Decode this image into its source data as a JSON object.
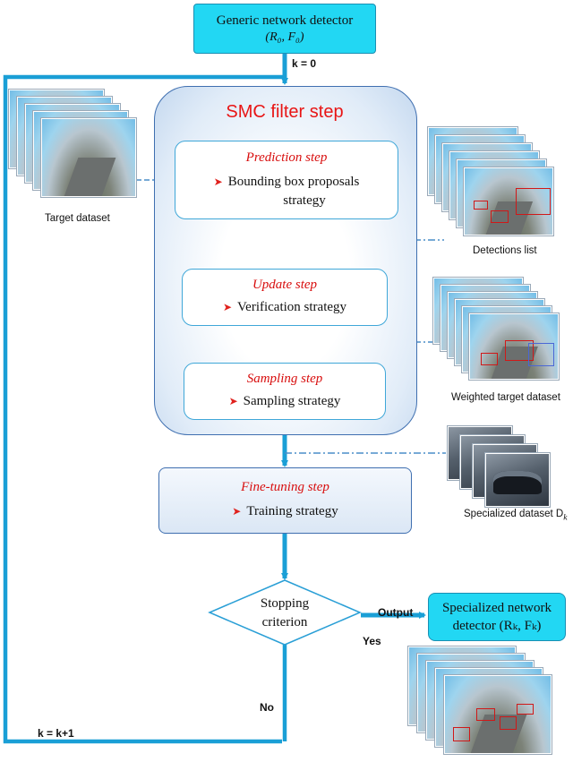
{
  "generic_detector": {
    "title": "Generic network detector",
    "params": "(R₀, F₀)"
  },
  "k_init": "k = 0",
  "smc": {
    "title": "SMC filter step"
  },
  "prediction": {
    "title": "Prediction step",
    "line1": "Bounding box proposals",
    "line2": "strategy"
  },
  "update": {
    "title": "Update step",
    "line1": "Verification strategy"
  },
  "sampling": {
    "title": "Sampling step",
    "line1": "Sampling strategy"
  },
  "finetuning": {
    "title": "Fine-tuning step",
    "line1": "Training strategy"
  },
  "stopping": {
    "line1": "Stopping",
    "line2": "criterion"
  },
  "output_label": "Output",
  "yes_label": "Yes",
  "no_label": "No",
  "k_increment": "k = k+1",
  "specialized_detector": {
    "line1": "Specialized network",
    "line2": "detector (Rₖ, Fₖ)"
  },
  "captions": {
    "target_dataset": "Target dataset",
    "detections_list": "Detections list",
    "weighted_dataset": "Weighted target dataset",
    "specialized_dataset": "Specialized dataset D",
    "specialized_dataset_sub": "k"
  },
  "colors": {
    "accent_blue": "#1a9fd6",
    "cyan_fill": "#22d7f3",
    "step_red": "#d80e0e"
  }
}
